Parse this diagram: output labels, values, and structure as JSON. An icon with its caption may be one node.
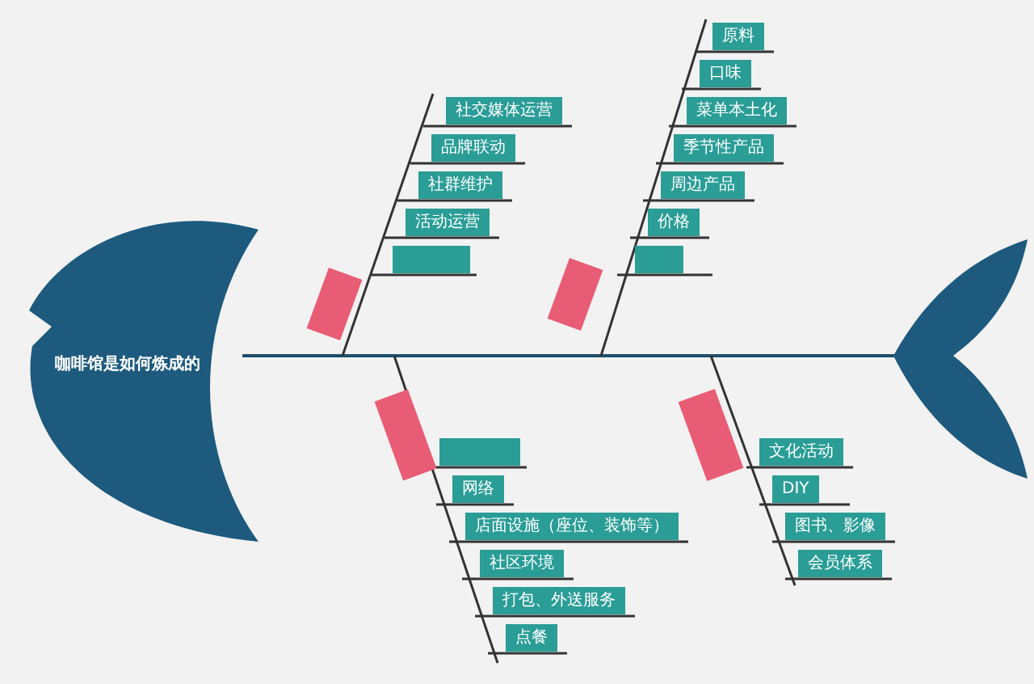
{
  "diagram": {
    "nodes": [
      {
        "text": [
          "咖啡馆是如何炼成的"
        ]
      },
      {
        "text": [
          "社交媒体运营"
        ]
      },
      {
        "text": [
          "品牌联动"
        ]
      },
      {
        "text": [
          "社群维护"
        ]
      },
      {
        "text": [
          "活动运营"
        ]
      },
      {
        "text": [],
        "shape": "box"
      },
      {
        "text": [],
        "shape": "box"
      },
      {
        "text": [
          "原料"
        ]
      },
      {
        "text": [
          "口味"
        ]
      },
      {
        "text": [
          "菜单本土化"
        ]
      },
      {
        "text": [
          "季节性产品"
        ]
      },
      {
        "text": [
          "周边产品"
        ]
      },
      {
        "text": [
          "价格"
        ]
      },
      {
        "text": [],
        "shape": "box"
      },
      {
        "text": [],
        "shape": "box"
      },
      {
        "text": [],
        "shape": "box"
      },
      {
        "text": [],
        "shape": "box"
      },
      {
        "text": [
          "网络"
        ]
      },
      {
        "text": [
          "店面设施（座位、装饰等）"
        ]
      },
      {
        "text": [
          "社区环境"
        ]
      },
      {
        "text": [
          "打包、外送服务"
        ]
      },
      {
        "text": [
          "点餐"
        ]
      },
      {
        "text": [],
        "shape": "box"
      },
      {
        "text": [
          "文化活动"
        ]
      },
      {
        "text": [
          "DIY"
        ]
      },
      {
        "text": [
          "图书、影像"
        ]
      },
      {
        "text": [
          "会员体系"
        ]
      }
    ]
  }
}
